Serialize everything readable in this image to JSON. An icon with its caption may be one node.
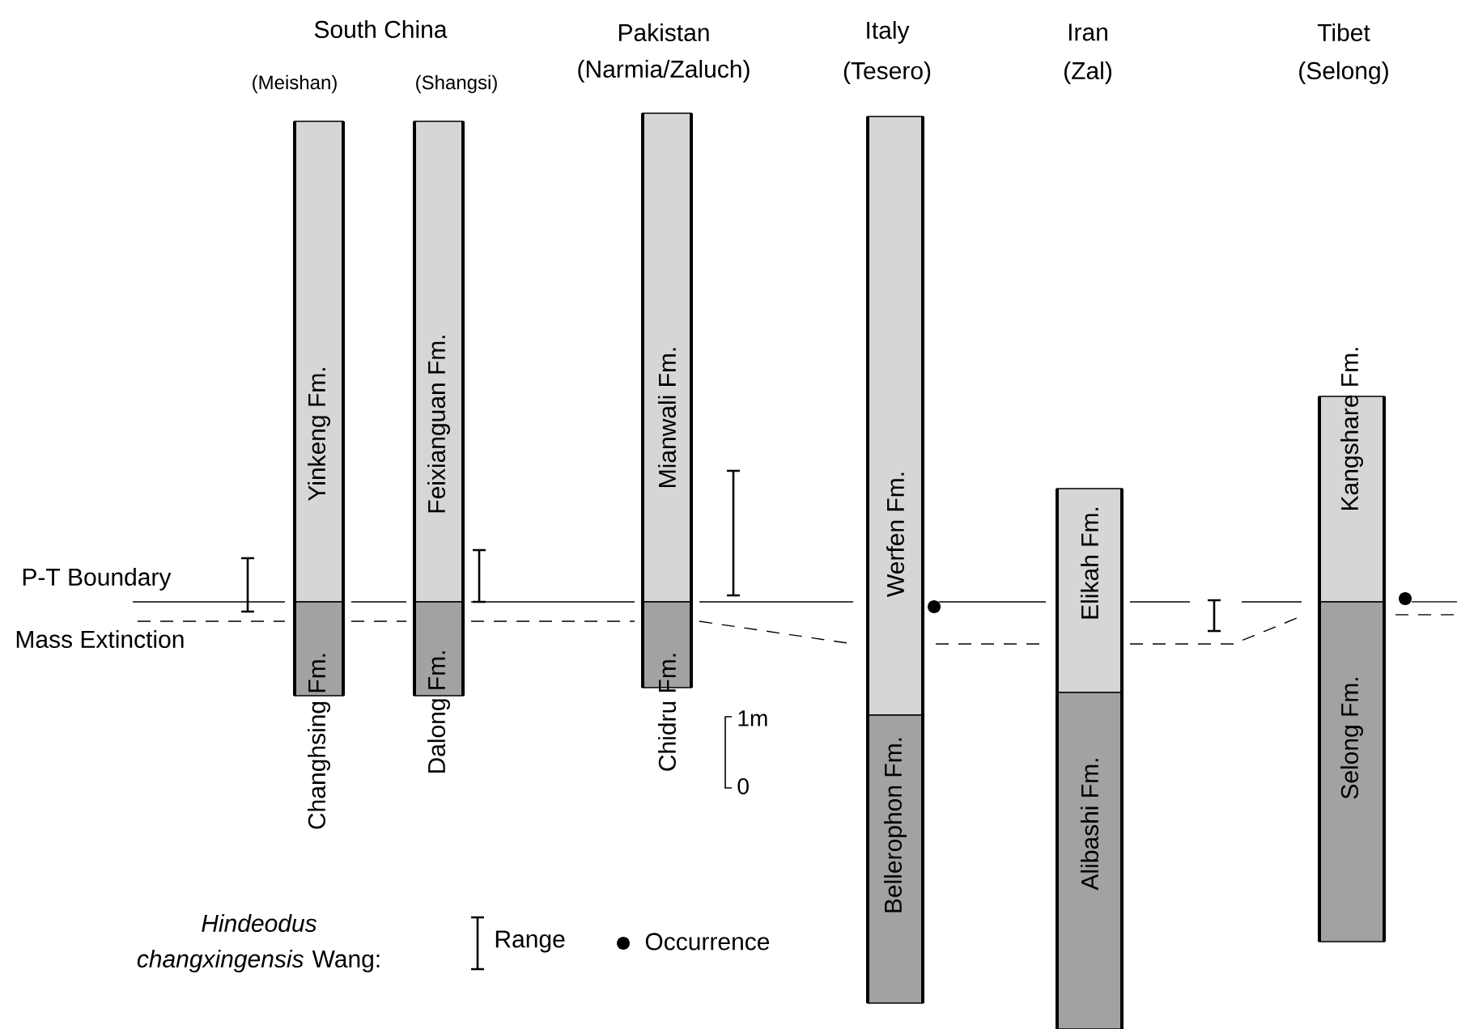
{
  "diagram": {
    "nodes": [
      {
        "text": [
          "Yinkeng Fm."
        ]
      },
      {
        "text": [
          "Changhsing Fm."
        ]
      },
      {
        "text": [
          "Feixianguan Fm."
        ]
      },
      {
        "text": [
          "Dalong Fm."
        ]
      },
      {
        "text": [
          "Mianwali Fm."
        ]
      },
      {
        "text": [
          "Chidru Fm."
        ]
      },
      {
        "text": [
          "Werfen Fm."
        ]
      },
      {
        "text": [
          "Bellerophon Fm."
        ]
      },
      {
        "text": [
          "Elikah Fm."
        ]
      },
      {
        "text": [
          "Alibashi Fm."
        ]
      },
      {
        "text": [
          "Kangshare Fm."
        ]
      },
      {
        "text": [
          "Selong Fm."
        ]
      }
    ],
    "labels": [
      "South China",
      "(Meishan)",
      "(Shangsi)",
      "Pakistan",
      "(Narmia/Zaluch)",
      "Italy",
      "(Tesero)",
      "Iran",
      "(Zal)",
      "Tibet",
      "(Selong)",
      "P-T Boundary",
      "Mass Extinction",
      "1m",
      "0",
      "*Hindeodus changxingensis* Wang:"
    ],
    "legend": [
      {
        "text": "Range"
      },
      {
        "text": "Occurrence"
      }
    ]
  }
}
